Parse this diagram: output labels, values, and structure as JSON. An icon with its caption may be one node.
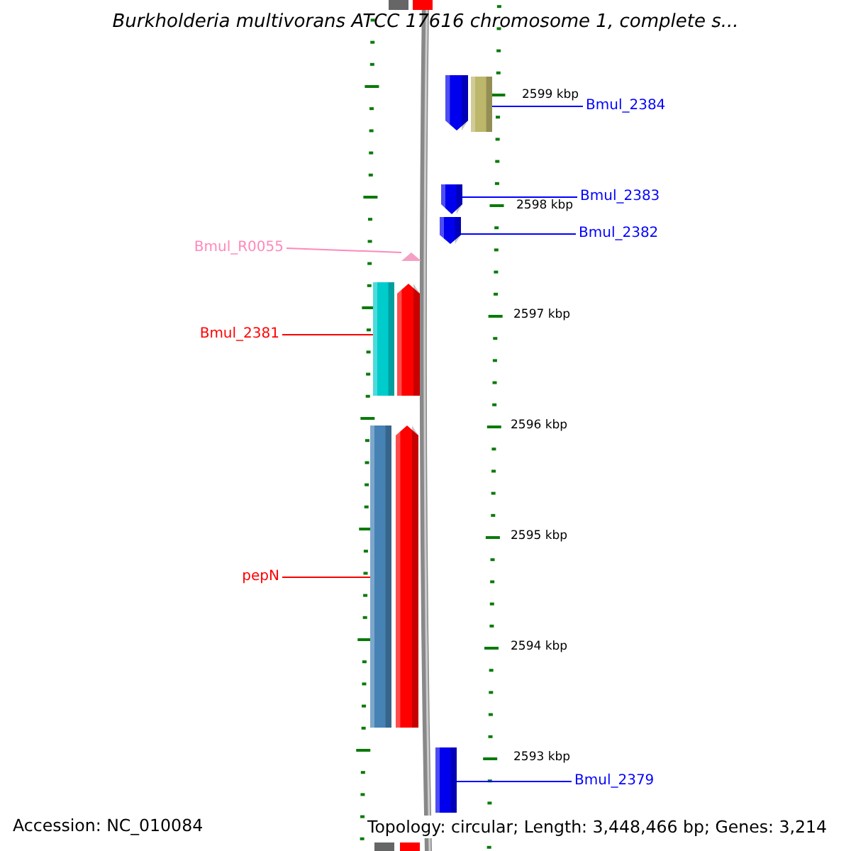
{
  "diagram": {
    "title": "Burkholderia multivorans ATCC 17616 chromosome 1, complete s...",
    "nodes": [
      {
        "text": [
          "Bmul_2384"
        ]
      },
      {
        "text": [],
        "shape": "arrow"
      },
      {
        "text": [],
        "shape": "bar"
      },
      {
        "text": [],
        "shape": "arrow"
      },
      {
        "text": [
          "Bmul_2383"
        ]
      },
      {
        "text": [],
        "shape": "arrow"
      },
      {
        "text": [
          "Bmul_2382"
        ]
      },
      {
        "text": [
          "Bmul_R0055"
        ]
      },
      {
        "text": [],
        "shape": "triangle"
      },
      {
        "text": [],
        "shape": "bar"
      },
      {
        "text": [],
        "shape": "arrow"
      },
      {
        "text": [
          "Bmul_2381"
        ]
      },
      {
        "text": [],
        "shape": "bar"
      },
      {
        "text": [],
        "shape": "arrow"
      },
      {
        "text": [
          "pepN"
        ]
      },
      {
        "text": [],
        "shape": "bar"
      },
      {
        "text": [
          "Bmul_2379"
        ]
      }
    ],
    "edges": [
      {
        "from": 0,
        "to": 2,
        "arrow": "none"
      },
      {
        "from": 4,
        "to": 3,
        "arrow": "none"
      },
      {
        "from": 6,
        "to": 5,
        "arrow": "none"
      },
      {
        "from": 7,
        "to": 8,
        "arrow": "none",
        "color": "#ff88bb"
      },
      {
        "from": 11,
        "to": 9,
        "arrow": "none",
        "color": "#ff0000"
      },
      {
        "from": 14,
        "to": 12,
        "arrow": "none",
        "color": "#ff0000"
      },
      {
        "from": 16,
        "to": 15,
        "arrow": "none"
      }
    ],
    "labels": [
      "2599 kbp",
      "2598 kbp",
      "2597 kbp",
      "2596 kbp",
      "2595 kbp",
      "2594 kbp",
      "2593 kbp",
      "Accession: NC_010084",
      "Topology: circular; Length: 3,448,466 bp; Genes: 3,214"
    ]
  }
}
